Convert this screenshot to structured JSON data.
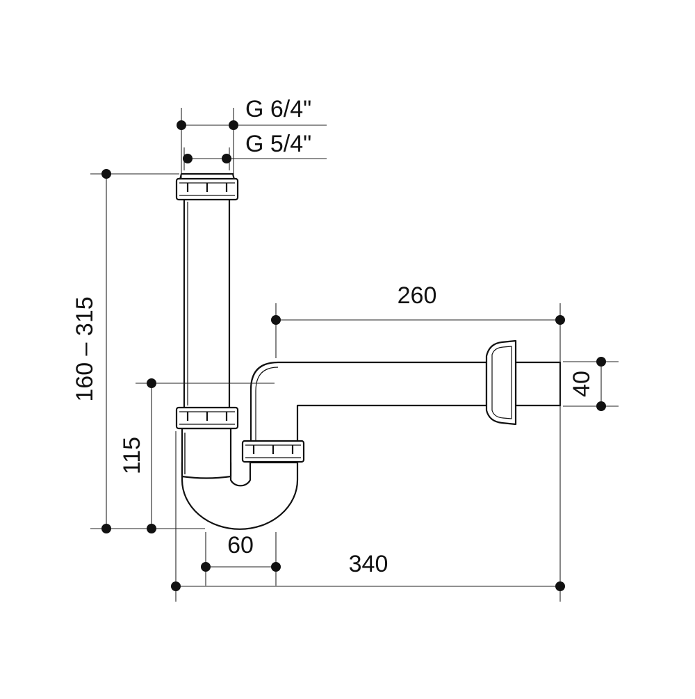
{
  "colors": {
    "line": "#111111",
    "dim": "#222222",
    "background": "#ffffff"
  },
  "dimensions": {
    "thread_outer": "G 6/4\"",
    "thread_inner": "G 5/4\"",
    "height_range": "160 – 315",
    "height_115": "115",
    "width_60": "60",
    "width_340": "340",
    "length_260": "260",
    "diameter_40": "40"
  }
}
